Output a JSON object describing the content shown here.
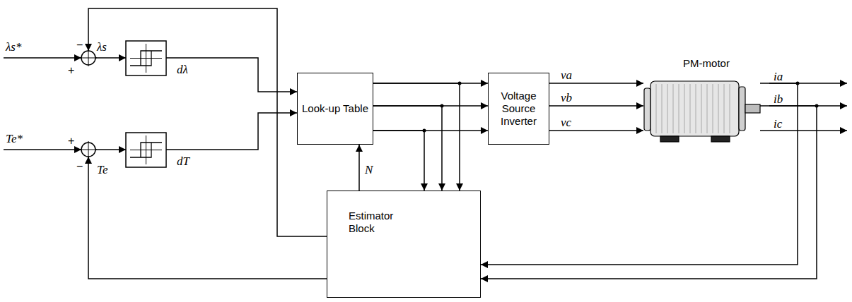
{
  "diagram": {
    "nodes": [
      {
        "text": [
          "Look-up Table"
        ]
      },
      {
        "text": [
          "Voltage Source Inverter"
        ]
      },
      {
        "text": [
          "PM-motor"
        ]
      },
      {
        "text": [
          "Estimator Block"
        ]
      }
    ],
    "edges": [
      {
        "from": 0,
        "to": 1,
        "arrow": "to"
      },
      {
        "from": 0,
        "to": 1,
        "arrow": "to"
      },
      {
        "from": 0,
        "to": 1,
        "arrow": "to"
      },
      {
        "from": 1,
        "to": 2,
        "arrow": "to",
        "label": "va"
      },
      {
        "from": 1,
        "to": 2,
        "arrow": "to",
        "label": "vb"
      },
      {
        "from": 1,
        "to": 2,
        "arrow": "to",
        "label": "vc"
      },
      {
        "from": 0,
        "to": 3,
        "arrow": "to"
      },
      {
        "from": 0,
        "to": 3,
        "arrow": "to"
      },
      {
        "from": 0,
        "to": 3,
        "arrow": "to"
      },
      {
        "from": 2,
        "to": 3,
        "arrow": "to"
      },
      {
        "from": 2,
        "to": 3,
        "arrow": "to"
      },
      {
        "from": 3,
        "to": 0,
        "arrow": "to",
        "label": "N"
      }
    ],
    "labels": [
      "λs*",
      "+",
      "−",
      "λs",
      "dλ",
      "Te*",
      "+",
      "−",
      "Te",
      "dT",
      "ia",
      "ib",
      "ic"
    ]
  }
}
